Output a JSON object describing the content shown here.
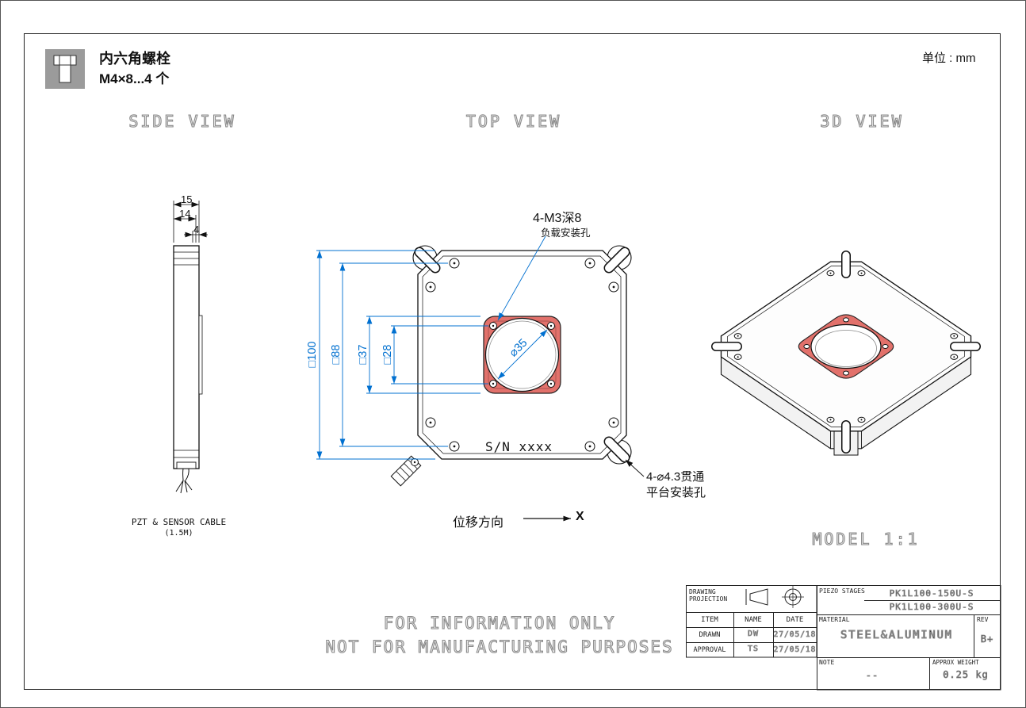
{
  "colors": {
    "dimension": "#0070d0",
    "flange": "#e2716b",
    "hollow": "#8a8a8a"
  },
  "header": {
    "bolt_title": "内六角螺栓",
    "bolt_spec": "M4×8...4 个",
    "unit": "单位 : mm"
  },
  "side_view": {
    "title": "SIDE VIEW",
    "dim_15": "15",
    "dim_14": "14",
    "dim_4": "4",
    "cable": "PZT & SENSOR CABLE",
    "cable_len": "(1.5M)"
  },
  "top_view": {
    "title": "TOP VIEW",
    "dim_100": "□100",
    "dim_88": "□88",
    "dim_37": "□37",
    "dim_28": "□28",
    "dim_35": "⌀35",
    "callout_load_1": "4-M3深8",
    "callout_load_2": "负载安装孔",
    "callout_mount_1": "4-⌀4.3贯通",
    "callout_mount_2": "平台安装孔",
    "serial": "S/N xxxx",
    "direction": "位移方向",
    "axis": "X"
  },
  "iso_view": {
    "title": "3D VIEW",
    "model": "MODEL 1:1"
  },
  "watermark": {
    "line1": "FOR INFORMATION ONLY",
    "line2": "NOT FOR MANUFACTURING PURPOSES"
  },
  "titleblock": {
    "projection_1": "DRAWING",
    "projection_2": "PROJECTION",
    "item": "ITEM",
    "name": "NAME",
    "date": "DATE",
    "drawn": "DRAWN",
    "drawn_name": "DW",
    "drawn_date": "27/05/18",
    "approval": "APPROVAL",
    "approval_name": "TS",
    "approval_date": "27/05/18",
    "product_label": "PIEZO STAGES",
    "model_1": "PK1L100-150U-S",
    "model_2": "PK1L100-300U-S",
    "material_label": "MATERIAL",
    "material": "STEEL&ALUMINUM",
    "rev_label": "REV",
    "rev": "B+",
    "note_label": "NOTE",
    "note": "--",
    "weight_label": "APPROX WEIGHT",
    "weight": "0.25 kg"
  }
}
